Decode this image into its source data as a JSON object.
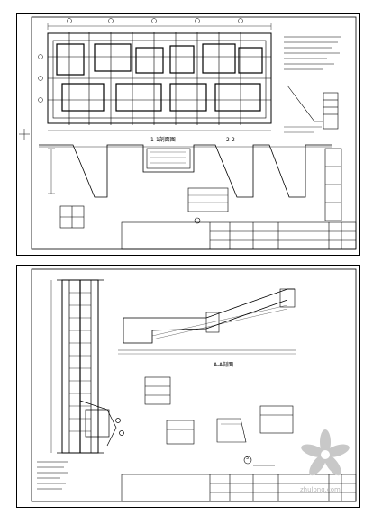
{
  "sheets": [
    {
      "id": "sheet-1",
      "section_labels": [
        {
          "text": "1-1剖面图",
          "note": "section 1-1"
        },
        {
          "text": "2-2",
          "note": "section"
        }
      ]
    },
    {
      "id": "sheet-2",
      "section_labels": [
        {
          "text": "A-A剖面",
          "note": "section A-A"
        },
        {
          "text": "5"
        }
      ]
    }
  ],
  "watermark": {
    "text": "zhulong.com"
  },
  "colors": {
    "line": "#000000",
    "background": "#ffffff",
    "watermark": "#c8c8c8"
  }
}
